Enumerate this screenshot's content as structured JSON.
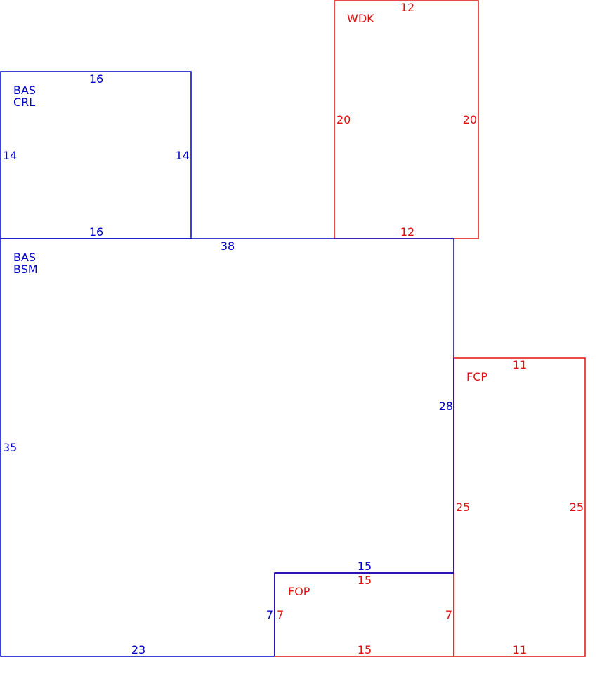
{
  "colors": {
    "blue": "#0000c8",
    "red": "#e01010",
    "background": "#ffffff"
  },
  "areas": [
    {
      "id": "bas-crl",
      "name": [
        "BAS",
        "CRL"
      ],
      "color": "blue",
      "dimensions": {
        "top": "16",
        "bottom": "16",
        "left": "14",
        "right": "14"
      }
    },
    {
      "id": "wdk",
      "name": [
        "WDK"
      ],
      "color": "red",
      "dimensions": {
        "top": "12",
        "bottom": "12",
        "left": "20",
        "right": "20"
      }
    },
    {
      "id": "bas-bsm",
      "name": [
        "BAS",
        "BSM"
      ],
      "color": "blue",
      "dimensions": {
        "top": "38",
        "left": "35",
        "right": "28",
        "bottom": "23",
        "notch_top": "15",
        "notch_side": "7"
      }
    },
    {
      "id": "fcp",
      "name": [
        "FCP"
      ],
      "color": "red",
      "dimensions": {
        "top": "11",
        "bottom": "11",
        "left": "25",
        "right": "25"
      }
    },
    {
      "id": "fop",
      "name": [
        "FOP"
      ],
      "color": "red",
      "dimensions": {
        "top": "15",
        "bottom": "15",
        "left": "7",
        "right": "7"
      }
    }
  ]
}
